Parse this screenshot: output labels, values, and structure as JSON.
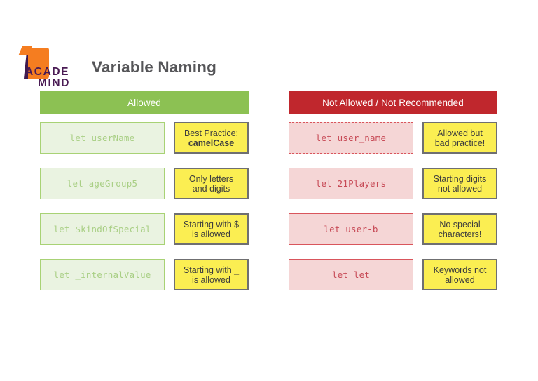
{
  "header": {
    "logo": {
      "name": "academind-logo",
      "word1": "ACADE",
      "word2": "MIND",
      "flag_color": "#f57d20",
      "text_color": "#4a1b54"
    },
    "title": "Variable Naming",
    "title_color": "#555558"
  },
  "colors": {
    "allowed_header_bg": "#8cc153",
    "not_allowed_header_bg": "#c0272d",
    "code_green_bg": "#eaf3e1",
    "code_green_border": "#a8d275",
    "code_green_text": "#a9cf85",
    "code_red_bg": "#f5d6d6",
    "code_red_border": "#d9555c",
    "code_red_text": "#c74a56",
    "note_bg": "#fbee52",
    "note_border": "#6f6f71",
    "note_text": "#3c3c3e",
    "page_bg": "#ffffff"
  },
  "columns": [
    {
      "id": "allowed",
      "header": "Allowed",
      "rows": [
        {
          "code": "let userName",
          "border_style": "solid",
          "note_lines": [
            {
              "text": "Best Practice:",
              "bold": false
            },
            {
              "text": "camelCase",
              "bold": true
            }
          ]
        },
        {
          "code": "let ageGroup5",
          "border_style": "solid",
          "note_lines": [
            {
              "text": "Only letters",
              "bold": false
            },
            {
              "text": "and digits",
              "bold": false
            }
          ]
        },
        {
          "code": "let $kindOfSpecial",
          "border_style": "solid",
          "note_lines": [
            {
              "text": "Starting with $",
              "bold": false
            },
            {
              "text": "is allowed",
              "bold": false
            }
          ]
        },
        {
          "code": "let _internalValue",
          "border_style": "solid",
          "note_lines": [
            {
              "text": "Starting with _",
              "bold": false
            },
            {
              "text": "is allowed",
              "bold": false
            }
          ]
        }
      ]
    },
    {
      "id": "not-allowed",
      "header": "Not Allowed / Not Recommended",
      "rows": [
        {
          "code": "let user_name",
          "border_style": "dashed",
          "note_lines": [
            {
              "text": "Allowed but",
              "bold": false
            },
            {
              "text": "bad practice!",
              "bold": false
            }
          ]
        },
        {
          "code": "let 21Players",
          "border_style": "solid",
          "note_lines": [
            {
              "text": "Starting digits",
              "bold": false
            },
            {
              "text": "not allowed",
              "bold": false
            }
          ]
        },
        {
          "code": "let user-b",
          "border_style": "solid",
          "note_lines": [
            {
              "text": "No special",
              "bold": false
            },
            {
              "text": "characters!",
              "bold": false
            }
          ]
        },
        {
          "code": "let let",
          "border_style": "solid",
          "note_lines": [
            {
              "text": "Keywords not",
              "bold": false
            },
            {
              "text": "allowed",
              "bold": false
            }
          ]
        }
      ]
    }
  ]
}
